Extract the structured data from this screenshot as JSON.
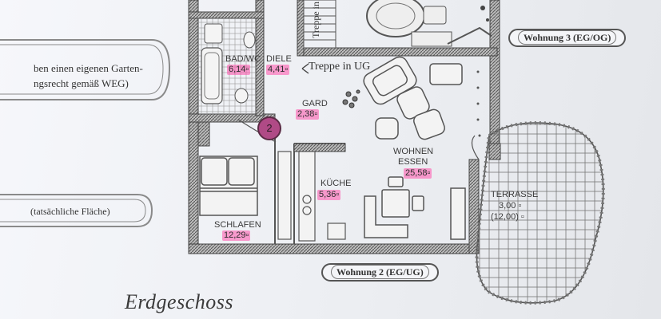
{
  "left_notes": {
    "line1": "ben einen eigenen Garten-",
    "line2": "ngsrecht gemäß WEG)",
    "area_note": "(tatsächliche Fläche)"
  },
  "rooms": {
    "bad_label": "BAD/WC",
    "bad_area": "6,14",
    "diele_label": "DIELE",
    "diele_area": "4,41",
    "gard_label": "GARD",
    "gard_area": "2,38",
    "wohnen_label_1": "WOHNEN",
    "wohnen_label_2": "ESSEN",
    "wohnen_area": "25,58",
    "kueche_label": "KÜCHE",
    "kueche_area": "5,36",
    "schlafen_label": "SCHLAFEN",
    "schlafen_area": "12,29",
    "terrasse_label": "TERRASSE",
    "terrasse_area": "3,00",
    "terrasse_area_full": "(12,00)"
  },
  "annotations": {
    "treppe_ug": "Treppe in UG",
    "treppe_vertical": "Treppe in",
    "badge": "2",
    "wohnung3": "Wohnung 3 (EG/OG)",
    "wohnung2": "Wohnung 2 (EG/UG)",
    "floor_title": "Erdgeschoss"
  },
  "colors": {
    "highlight": "#ff50aa",
    "wall": "#5a5a5a",
    "paper": "#f1f2f6"
  }
}
